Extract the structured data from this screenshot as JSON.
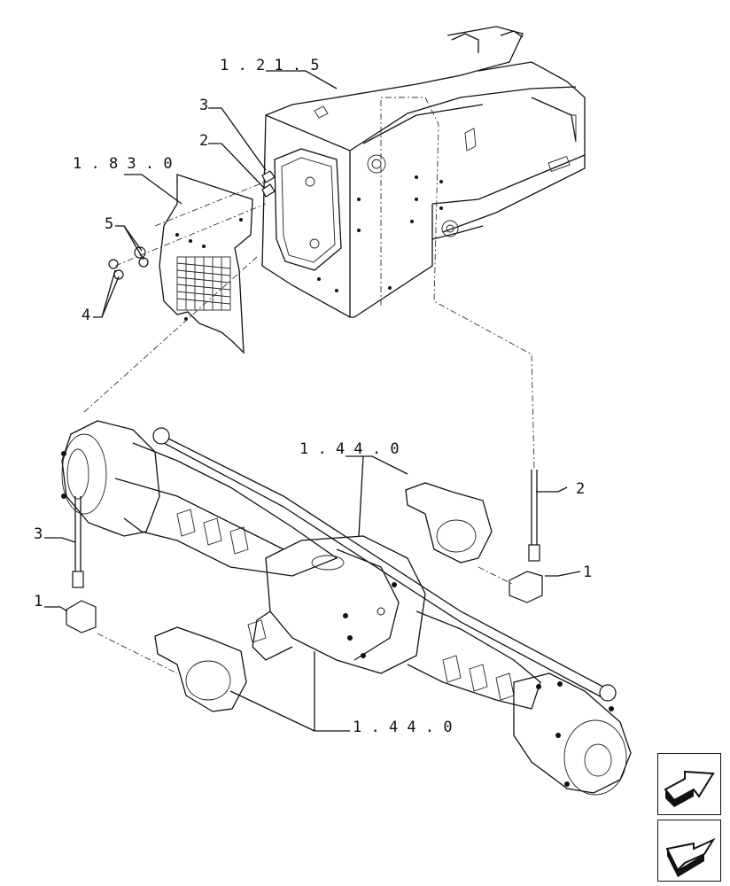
{
  "labels": {
    "ref_frame": "1 . 2 1 . 5",
    "ref_guard": "1 . 8 3 . 0",
    "ref_axle_top": "1 . 4 4 . 0",
    "ref_axle_bottom": "1 . 4 4 . 0",
    "item_1a": "1",
    "item_1b": "1",
    "item_2a": "2",
    "item_2b": "2",
    "item_3a": "3",
    "item_3b": "3",
    "item_4": "4",
    "item_5": "5"
  },
  "nav": {
    "next_icon": "arrow-next-icon",
    "prev_icon": "arrow-prev-icon"
  },
  "colors": {
    "line": "#111111",
    "background": "#ffffff"
  }
}
